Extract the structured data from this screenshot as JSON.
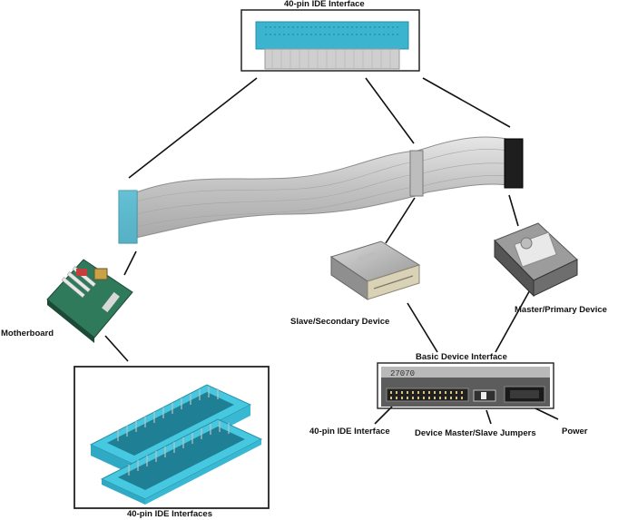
{
  "labels": {
    "top_connector": "40-pin IDE Interface",
    "motherboard": "Motherboard",
    "slave_device": "Slave/Secondary Device",
    "master_device": "Master/Primary Device",
    "basic_interface": "Basic Device Interface",
    "ide_interface": "40-pin IDE Interface",
    "jumpers": "Device Master/Slave Jumpers",
    "power": "Power",
    "mb_interfaces": "40-pin IDE Interfaces"
  },
  "drive_serial": "27070",
  "colors": {
    "connector": "#3ab4cf",
    "connector_dark": "#2a8fa6",
    "mb_socket": "#45c8e0",
    "cable": "#c9c9c9",
    "frame": "#222222"
  }
}
